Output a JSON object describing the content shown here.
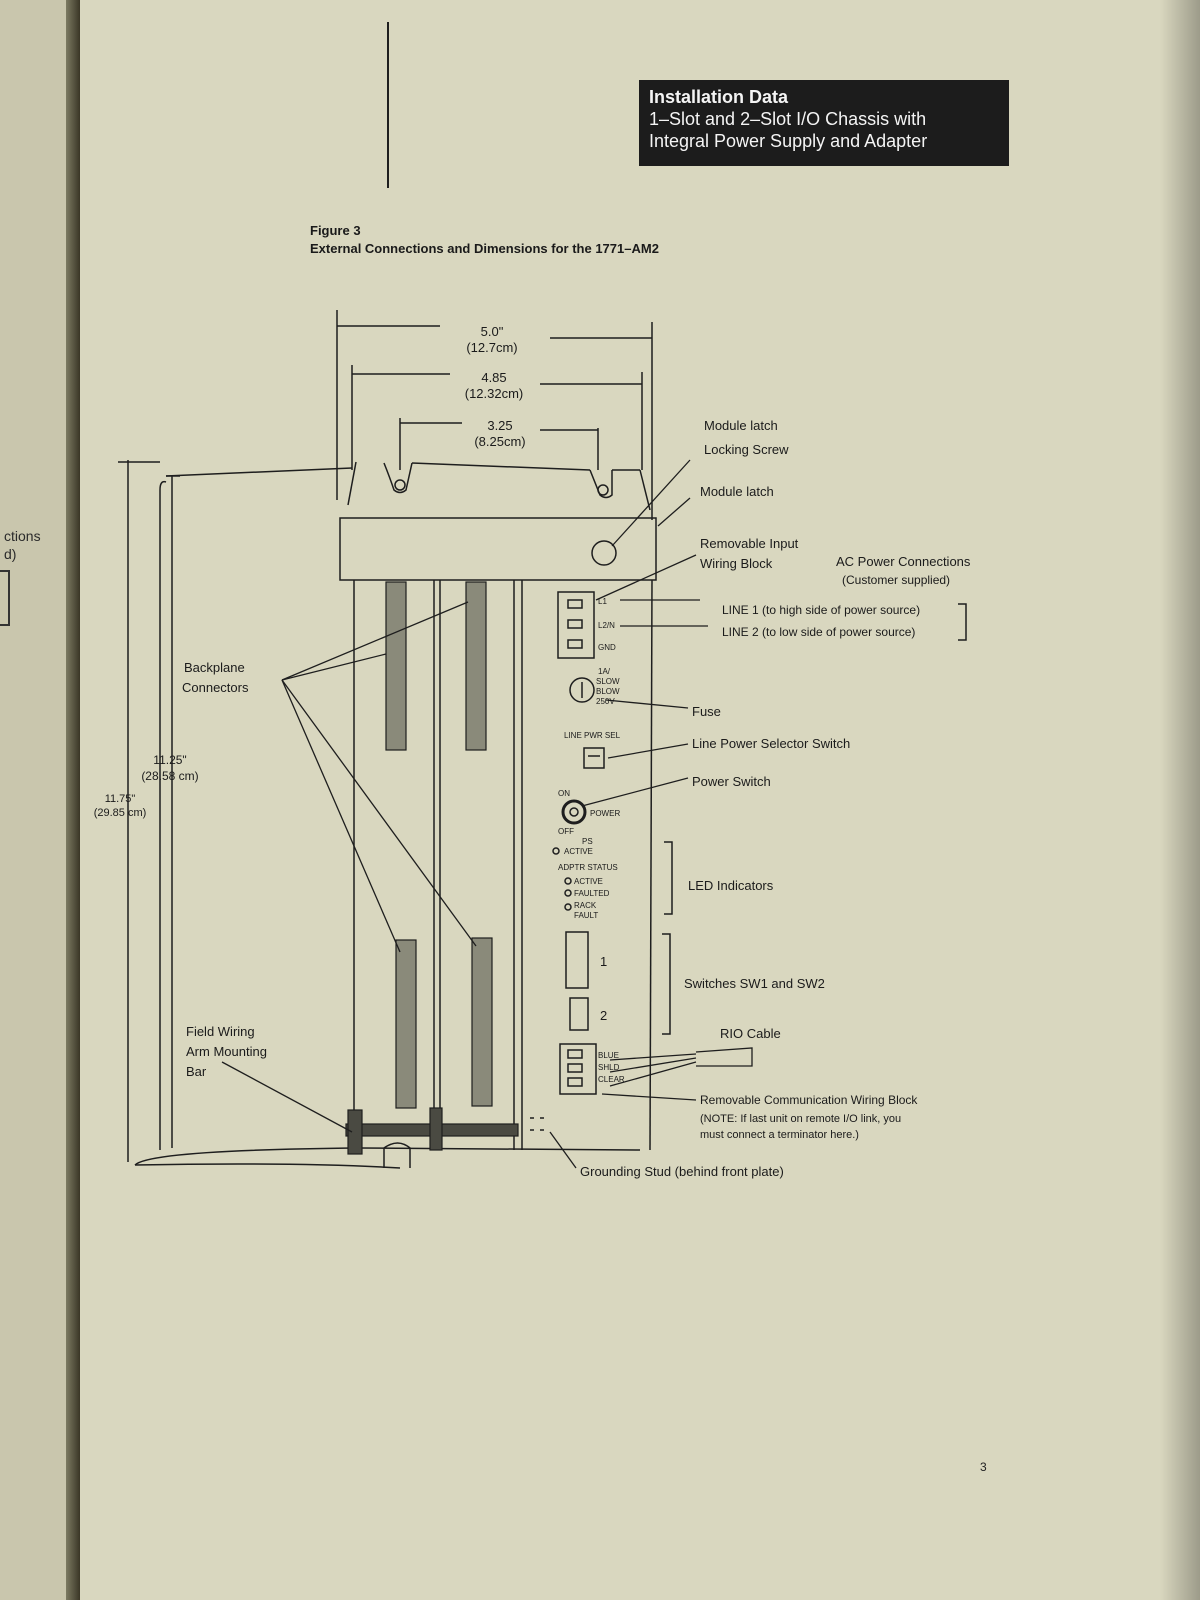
{
  "previous_page": {
    "text_1": "ctions",
    "text_2": "d)"
  },
  "header": {
    "line1": "Installation Data",
    "line2": "1–Slot and 2–Slot I/O Chassis with",
    "line3": "Integral Power Supply and Adapter"
  },
  "figure": {
    "number": "Figure 3",
    "title": "External Connections and Dimensions for the 1771–AM2"
  },
  "dimensions": {
    "width_outer": "5.0\"",
    "width_outer_cm": "(12.7cm)",
    "width_mid": "4.85",
    "width_mid_cm": "(12.32cm)",
    "width_inner": "3.25",
    "width_inner_cm": "(8.25cm)",
    "height_inner": "11.25\"",
    "height_inner_cm": "(28.58 cm)",
    "height_outer": "11.75\"",
    "height_outer_cm": "(29.85 cm)"
  },
  "panel_labels": {
    "l1": "L1",
    "l2n": "L2/N",
    "gnd": "GND",
    "fuse_1": "1A/",
    "fuse_2": "SLOW",
    "fuse_3": "BLOW",
    "fuse_4": "250V",
    "line_pwr_sel": "LINE PWR SEL",
    "on": "ON",
    "power": "POWER",
    "off": "OFF",
    "ps": "PS",
    "active": "ACTIVE",
    "adptr_status": "ADPTR STATUS",
    "active2": "ACTIVE",
    "faulted": "FAULTED",
    "rack": "RACK",
    "fault": "FAULT",
    "sw1": "1",
    "sw2": "2",
    "blue": "BLUE",
    "shld": "SHLD",
    "clear": "CLEAR"
  },
  "callouts": {
    "module_latch_locking_screw_1": "Module latch",
    "module_latch_locking_screw_2": "Locking Screw",
    "module_latch": "Module latch",
    "removable_input_1": "Removable Input",
    "removable_input_2": "Wiring Block",
    "ac_power_1": "AC Power Connections",
    "ac_power_2": "(Customer supplied)",
    "line1": "LINE 1 (to high side of power source)",
    "line2": "LINE 2 (to low side of power source)",
    "fuse": "Fuse",
    "line_power_selector": "Line Power Selector Switch",
    "power_switch": "Power Switch",
    "led_indicators": "LED Indicators",
    "switches": "Switches SW1 and SW2",
    "rio_cable": "RIO Cable",
    "comm_block_1": "Removable Communication Wiring Block",
    "comm_block_2": "(NOTE: If last unit on remote I/O link, you",
    "comm_block_3": "must connect a terminator here.)",
    "grounding_stud": "Grounding Stud (behind front plate)",
    "backplane_1": "Backplane",
    "backplane_2": "Connectors",
    "field_wiring_1": "Field Wiring",
    "field_wiring_2": "Arm Mounting",
    "field_wiring_3": "Bar"
  },
  "page_number": "3"
}
